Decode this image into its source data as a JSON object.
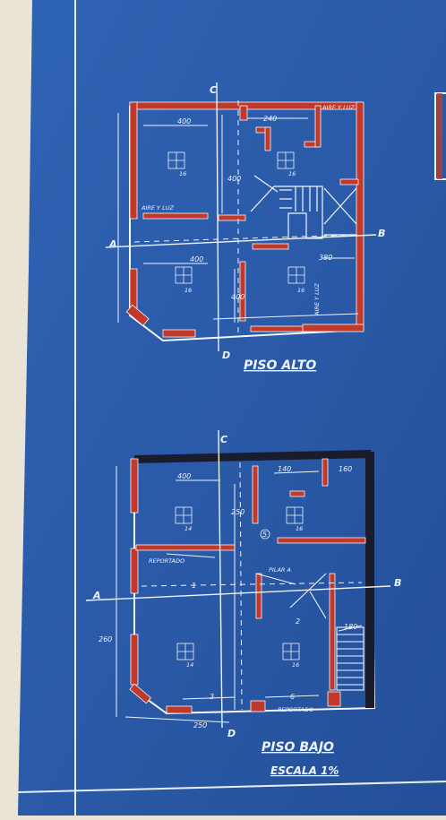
{
  "upper_plan": {
    "title": "PISO ALTO",
    "section_labels": {
      "a": "A",
      "b": "B",
      "c": "C",
      "d": "D"
    },
    "dimensions": [
      "400",
      "240",
      "400",
      "400",
      "400",
      "380"
    ],
    "room_notes": [
      "AIRE Y LUZ",
      "AIRE Y LUZ",
      "AIRE Y LUZ"
    ],
    "ceiling_marks": [
      "16",
      "16",
      "16",
      "16"
    ]
  },
  "lower_plan": {
    "title": "PISO BAJO",
    "scale": "ESCALA 1%",
    "section_labels": {
      "a": "A",
      "b": "B",
      "c": "C",
      "d": "D"
    },
    "dimensions": [
      "400",
      "250",
      "140",
      "160",
      "180",
      "260",
      "250"
    ],
    "room_notes": [
      "REPORTADO",
      "PILAR A",
      "REPORTADO"
    ],
    "room_numbers": [
      "1",
      "2",
      "3",
      "5",
      "6"
    ],
    "ceiling_marks": [
      "14",
      "16",
      "14",
      "16"
    ]
  }
}
